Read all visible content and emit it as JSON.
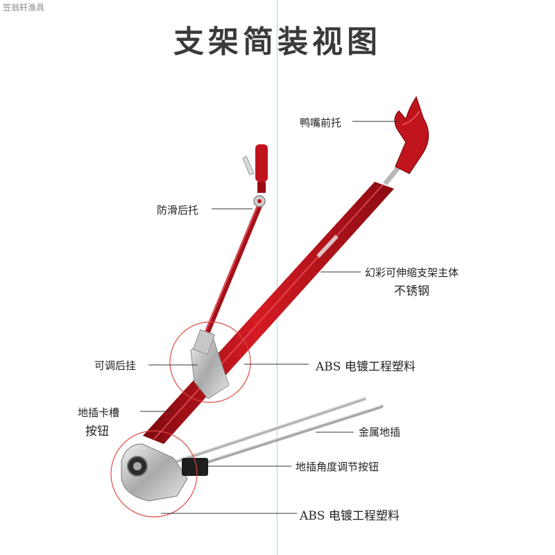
{
  "watermark": "笠翁轩渔具",
  "title": "支架简装视图",
  "labels": {
    "front_rest": "鸭嘴前托",
    "rear_rest": "防滑后托",
    "main_body_line1": "幻彩可伸缩支架主体",
    "main_body_line2": "不锈钢",
    "rear_hook": "可调后挂",
    "abs_upper": "ABS 电镀工程塑料",
    "ground_slot_line1": "地插卡槽",
    "ground_slot_line2": "按钮",
    "metal_spike": "金属地插",
    "angle_button": "地插角度调节按钮",
    "abs_lower": "ABS 电镀工程塑料"
  },
  "colors": {
    "rod_red": "#c0141c",
    "rod_dark": "#8e0c12",
    "chrome": "#c9c9c9",
    "circle": "#e0473f"
  }
}
